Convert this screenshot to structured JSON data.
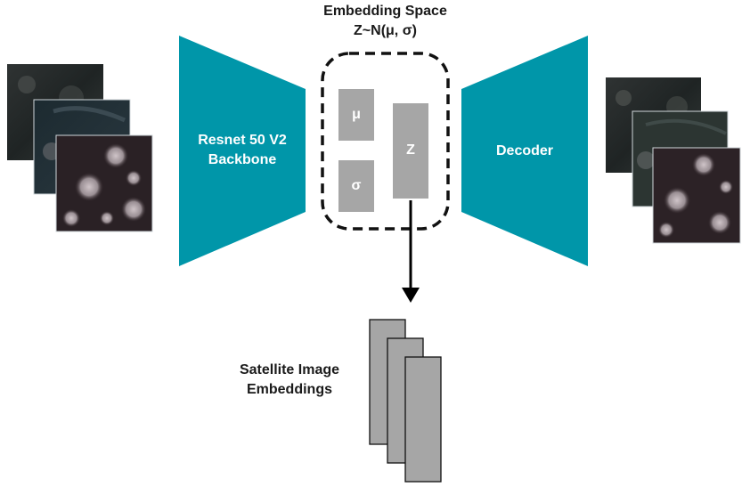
{
  "embedding_space": {
    "title": "Embedding Space",
    "formula": "Z~N(μ, σ)"
  },
  "encoder": {
    "line1": "Resnet 50 V2",
    "line2": "Backbone"
  },
  "decoder": {
    "label": "Decoder"
  },
  "latent": {
    "mu": "μ",
    "sigma": "σ",
    "z": "Z"
  },
  "output": {
    "line1": "Satellite Image",
    "line2": "Embeddings"
  },
  "colors": {
    "trapezoid": "#0096a9",
    "latent_box": "#a6a6a6",
    "dashed_border": "#111111"
  }
}
